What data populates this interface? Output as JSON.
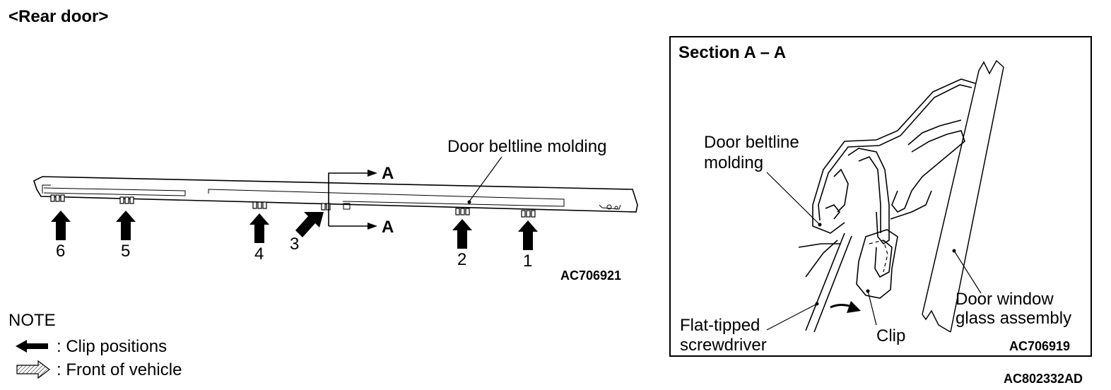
{
  "header": "<Rear door>",
  "left": {
    "molding_label": "Door beltline molding",
    "section_marker": "A",
    "clips": [
      "1",
      "2",
      "3",
      "4",
      "5",
      "6"
    ],
    "code": "AC706921"
  },
  "note": {
    "title": "NOTE",
    "items": [
      {
        "icon": "black-arrow-icon",
        "text": ": Clip positions"
      },
      {
        "icon": "hatched-arrow-icon",
        "text": ": Front of vehicle"
      }
    ]
  },
  "section": {
    "title": "Section A – A",
    "molding_label": [
      "Door beltline",
      "molding"
    ],
    "screwdriver_label": [
      "Flat-tipped",
      "screwdriver"
    ],
    "clip_label": "Clip",
    "glass_label": [
      "Door window",
      "glass assembly"
    ],
    "code": "AC706919"
  },
  "figure_code": "AC802332AD"
}
